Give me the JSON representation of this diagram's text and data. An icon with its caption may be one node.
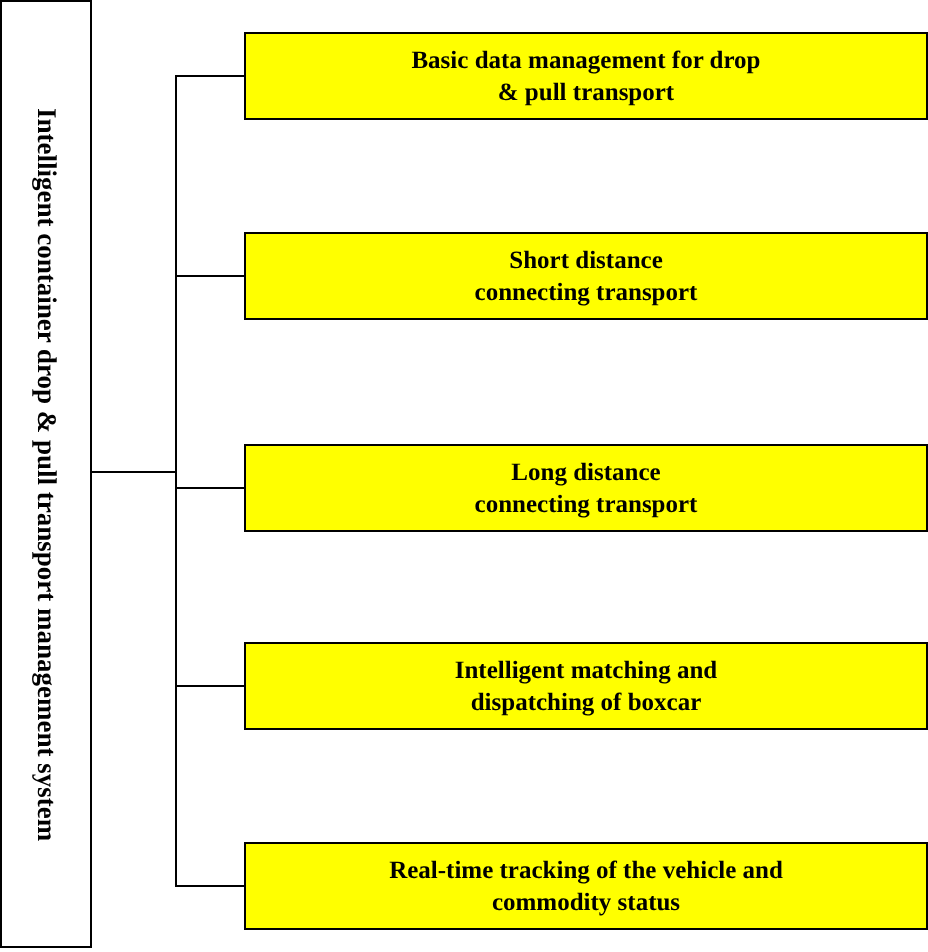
{
  "diagram": {
    "nodes": [
      {
        "text": [
          "Intelligent container drop & pull transport management system"
        ]
      },
      {
        "text": [
          "Basic data management for drop & pull transport"
        ]
      },
      {
        "text": [
          "Short distance connecting transport"
        ]
      },
      {
        "text": [
          "Long distance connecting transport"
        ]
      },
      {
        "text": [
          "Intelligent matching and dispatching of boxcar"
        ]
      },
      {
        "text": [
          "Real-time tracking of the vehicle and commodity status"
        ]
      }
    ],
    "edges": [
      {
        "from": 0,
        "to": 1,
        "arrow": "none"
      },
      {
        "from": 0,
        "to": 2,
        "arrow": "none"
      },
      {
        "from": 0,
        "to": 3,
        "arrow": "none"
      },
      {
        "from": 0,
        "to": 4,
        "arrow": "none"
      },
      {
        "from": 0,
        "to": 5,
        "arrow": "none"
      }
    ]
  }
}
